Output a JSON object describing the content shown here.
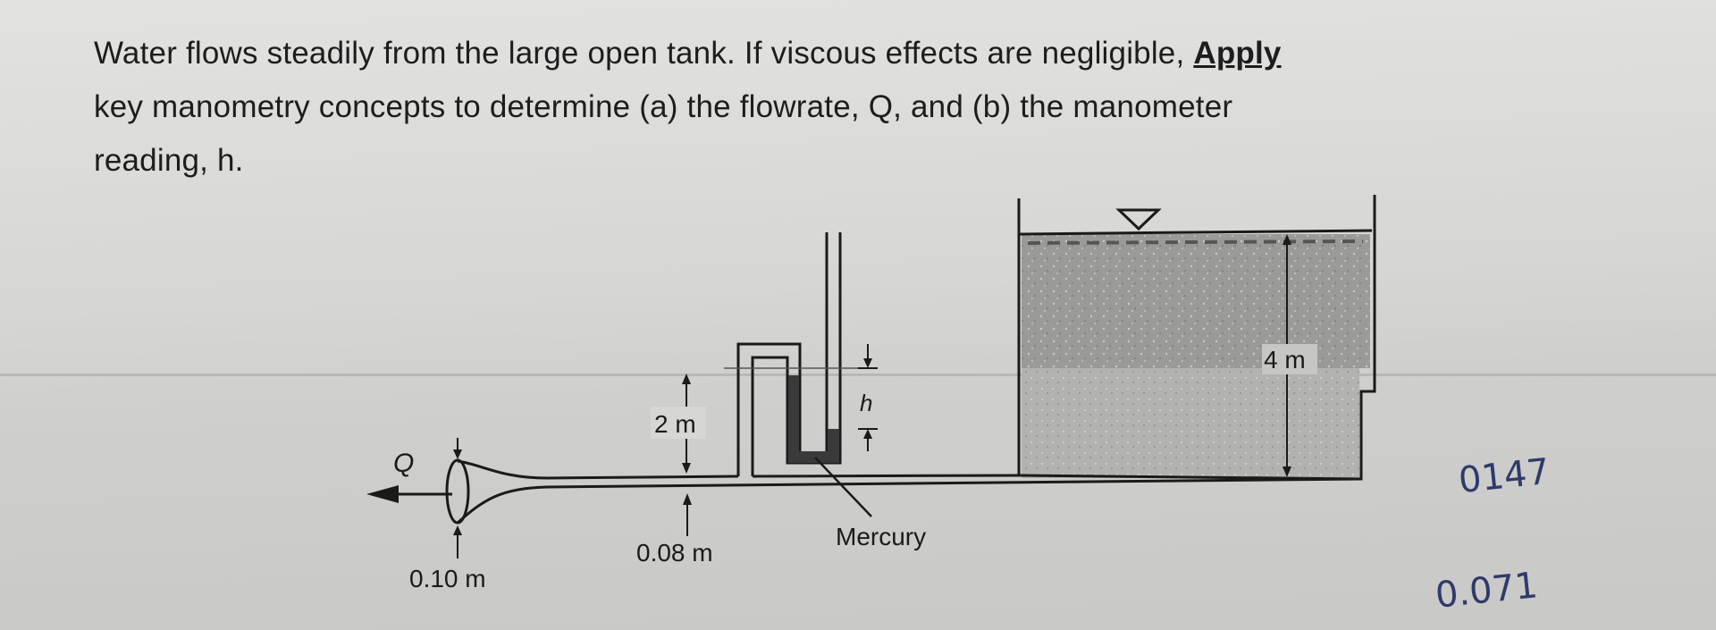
{
  "problem": {
    "line1": "Water flows steadily from the large open tank. If viscous effects are negligible,",
    "apply": "Apply",
    "line2": "key manometry concepts to determine (a) the flowrate, Q, and (b) the manometer",
    "line3": "reading, h."
  },
  "diagram": {
    "q_label": "Q",
    "outlet_diameter": "0.10 m",
    "pipe_diameter": "0.08 m",
    "height_label": "2 m",
    "h_label": "h",
    "fluid_label": "Mercury",
    "tank_depth": "4 m"
  },
  "handwriting": {
    "note1": "0147",
    "note2": "0.071"
  }
}
